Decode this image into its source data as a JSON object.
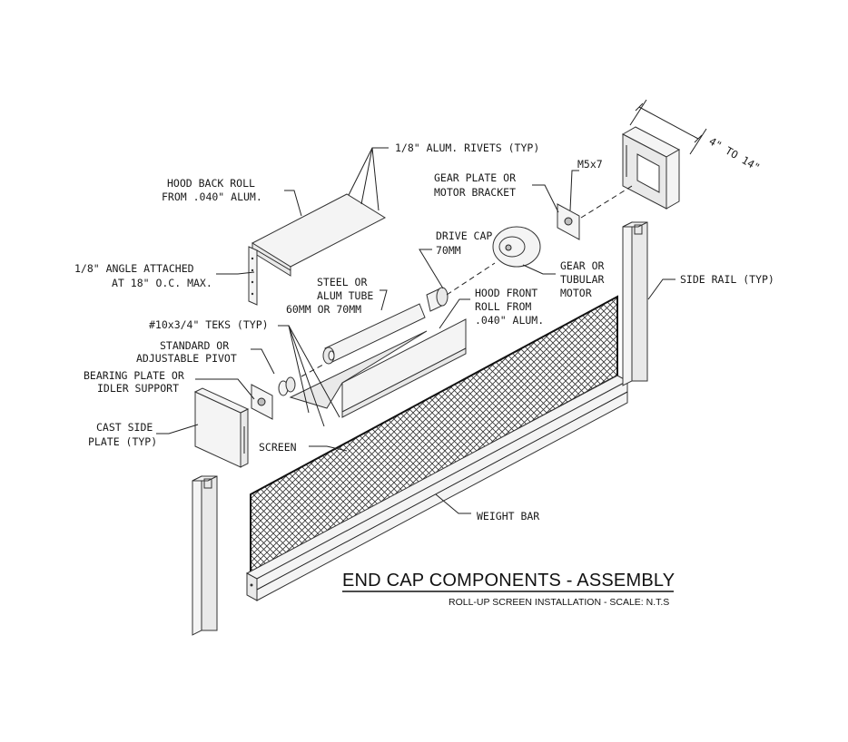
{
  "title": "END CAP COMPONENTS - ASSEMBLY",
  "subtitle": "ROLL-UP SCREEN INSTALLATION - SCALE: N.T.S",
  "labels": {
    "rivets": "1/8\" ALUM. RIVETS (TYP)",
    "hood_back_1": "HOOD BACK ROLL",
    "hood_back_2": "FROM .040\" ALUM.",
    "angle_1": "1/8\" ANGLE ATTACHED",
    "angle_2": "AT 18\" O.C. MAX.",
    "tube_1": "STEEL OR",
    "tube_2": "ALUM TUBE",
    "tube_3": "60MM OR 70MM",
    "drive_1": "DRIVE CAP",
    "drive_2": "70MM",
    "gear_plate_1": "GEAR PLATE OR",
    "gear_plate_2": "MOTOR BRACKET",
    "m5": "M5x7",
    "dim": "4\" TO 14\"",
    "gear_motor_1": "GEAR OR",
    "gear_motor_2": "TUBULAR",
    "gear_motor_3": "MOTOR",
    "hood_front_1": "HOOD FRONT",
    "hood_front_2": "ROLL FROM",
    "hood_front_3": ".040\" ALUM.",
    "side_rail": "SIDE RAIL (TYP)",
    "teks": "#10x3/4\" TEKS (TYP)",
    "pivot_1": "STANDARD OR",
    "pivot_2": "ADJUSTABLE PIVOT",
    "bearing_1": "BEARING PLATE OR",
    "bearing_2": "IDLER SUPPORT",
    "cast_1": "CAST SIDE",
    "cast_2": "PLATE (TYP)",
    "screen": "SCREEN",
    "weight_bar": "WEIGHT BAR"
  }
}
